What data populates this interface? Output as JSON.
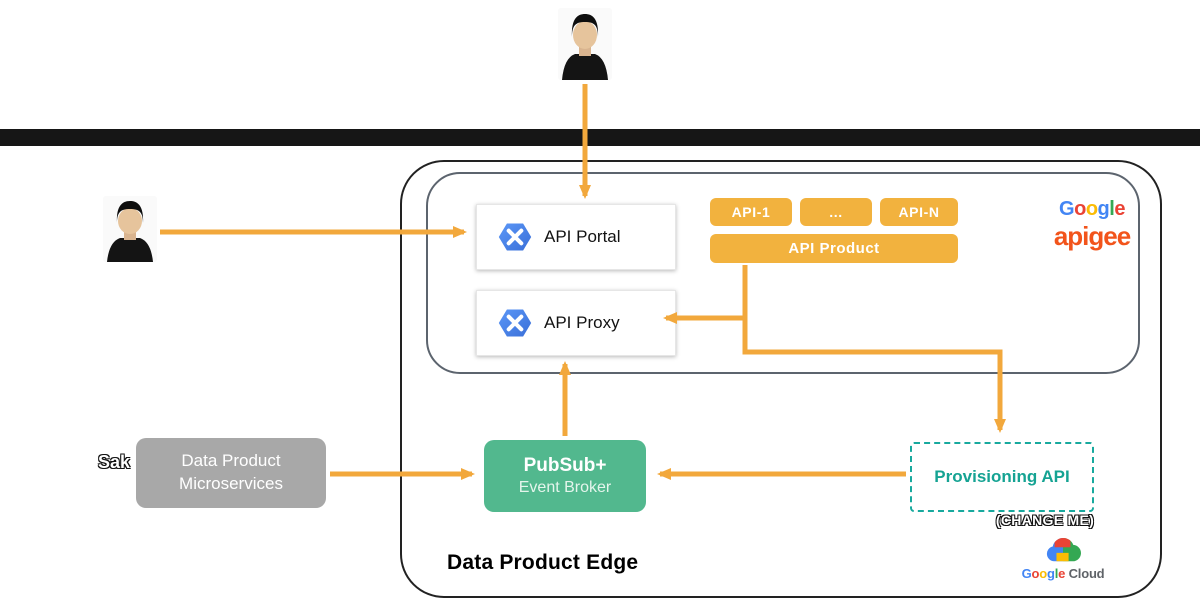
{
  "diagram": {
    "apigee_zone": {
      "api_portal": "API Portal",
      "api_proxy": "API Proxy",
      "api_chips": [
        "API-1",
        "...",
        "API-N"
      ],
      "api_product": "API Product",
      "logo_google_letters": [
        {
          "ch": "G",
          "color": "#4285F4"
        },
        {
          "ch": "o",
          "color": "#EA4335"
        },
        {
          "ch": "o",
          "color": "#FBBC05"
        },
        {
          "ch": "g",
          "color": "#4285F4"
        },
        {
          "ch": "l",
          "color": "#34A853"
        },
        {
          "ch": "e",
          "color": "#EA4335"
        }
      ],
      "logo_apigee": "apigee"
    },
    "pubsub": {
      "title": "PubSub+",
      "subtitle": "Event Broker"
    },
    "microservices": {
      "line1": "Data Product",
      "line2": "Microservices"
    },
    "partial_label": "Sak",
    "provisioning": {
      "label": "Provisioning API",
      "note": "(CHANGE ME)"
    },
    "edge_title": "Data Product Edge",
    "google_cloud_logo": {
      "google_letters": [
        {
          "ch": "G",
          "color": "#4285F4"
        },
        {
          "ch": "o",
          "color": "#EA4335"
        },
        {
          "ch": "o",
          "color": "#FBBC05"
        },
        {
          "ch": "g",
          "color": "#4285F4"
        },
        {
          "ch": "l",
          "color": "#34A853"
        },
        {
          "ch": "e",
          "color": "#EA4335"
        }
      ],
      "cloud_word": " Cloud"
    }
  },
  "colors": {
    "amber_box": "#F2B23E",
    "amber_arrow": "#F2A83C",
    "pubsub_green": "#52B88E",
    "provisioning_teal": "#18A99E",
    "microservices_gray": "#A8A8A8",
    "divider_bar": "#161616",
    "apigee_orange": "#F2541B"
  }
}
